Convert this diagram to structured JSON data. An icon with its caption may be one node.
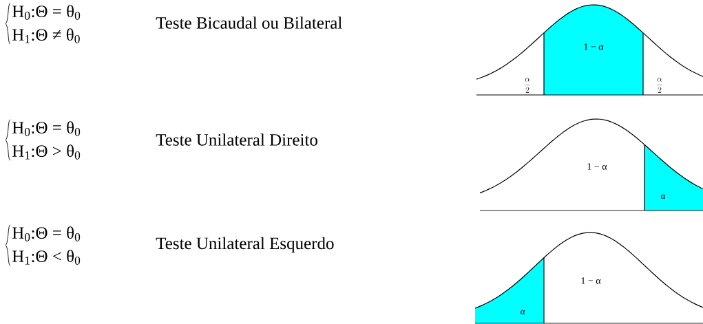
{
  "diagram": {
    "labels": [
      "H$_{0}$:Θ = θ$_{0}$",
      "H$_{1}$:Θ ≠ θ$_{0}$",
      "Teste Bicaudal ou Bilateral",
      "1 − α",
      "\\frac{\\alpha}{2}",
      "\\frac{\\alpha}{2}",
      "H$_{0}$:Θ = θ$_{0}$",
      "H$_{1}$:Θ > θ$_{0}$",
      "Teste Unilateral Direito",
      "1 − α",
      "α",
      "H$_{0}$:Θ = θ$_{0}$",
      "H$_{1}$:Θ < θ$_{0}$",
      "Teste Unilateral Esquerdo",
      "1 − α",
      "α"
    ]
  }
}
